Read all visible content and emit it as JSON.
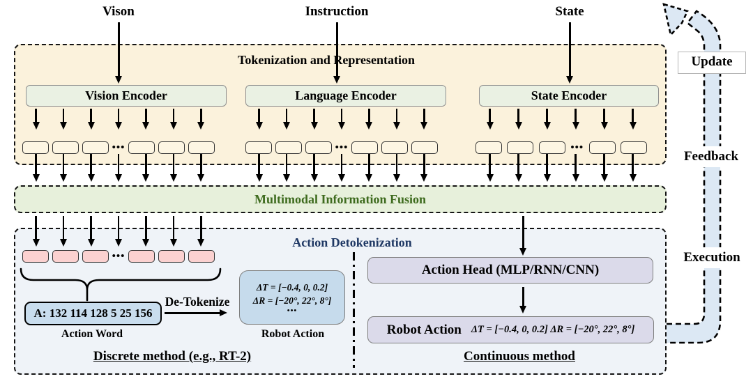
{
  "inputs": {
    "vision": "Vison",
    "instruction": "Instruction",
    "state": "State"
  },
  "tokenization": {
    "title": "Tokenization and Representation",
    "encoders": [
      "Vision Encoder",
      "Language Encoder",
      "State Encoder"
    ],
    "token_dots": "•••"
  },
  "fusion": {
    "label": "Multimodal Information Fusion"
  },
  "action": {
    "title": "Action Detokenization",
    "token_dots": "•••",
    "discrete": {
      "action_word_value": "A: 132 114 128 5 25 156",
      "action_word_label": "Action Word",
      "detokenize_label": "De-Tokenize",
      "robot_action_label": "Robot Action",
      "robot_action_lines": [
        "ΔT = [−0.4, 0, 0.2]",
        "ΔR = [−20°, 22°, 8°]",
        "•••"
      ],
      "method_label": "Discrete method (e.g., RT-2)"
    },
    "continuous": {
      "action_head_label": "Action Head (MLP/RNN/CNN)",
      "robot_action_label": "Robot Action",
      "robot_action_formula": "ΔT = [−0.4, 0, 0.2]  ΔR = [−20°, 22°, 8°]",
      "method_label": "Continuous method"
    }
  },
  "loop": {
    "update": "Update",
    "feedback": "Feedback",
    "execution": "Execution"
  },
  "colors": {
    "panel_cream": "#FBF2DC",
    "panel_green": "#E7F0DB",
    "panel_blue": "#EFF3F8",
    "token_cream": "#FDF6E3",
    "token_pink": "#FBD1D0",
    "action_word_blue": "#C9DDEE",
    "robot_action_blue": "#C6DBEC",
    "lavender": "#DBDAEA",
    "band_blue": "#DCE8F4",
    "fusion_text_green": "#3E6B1E",
    "detokenization_text_navy": "#1F3864"
  }
}
